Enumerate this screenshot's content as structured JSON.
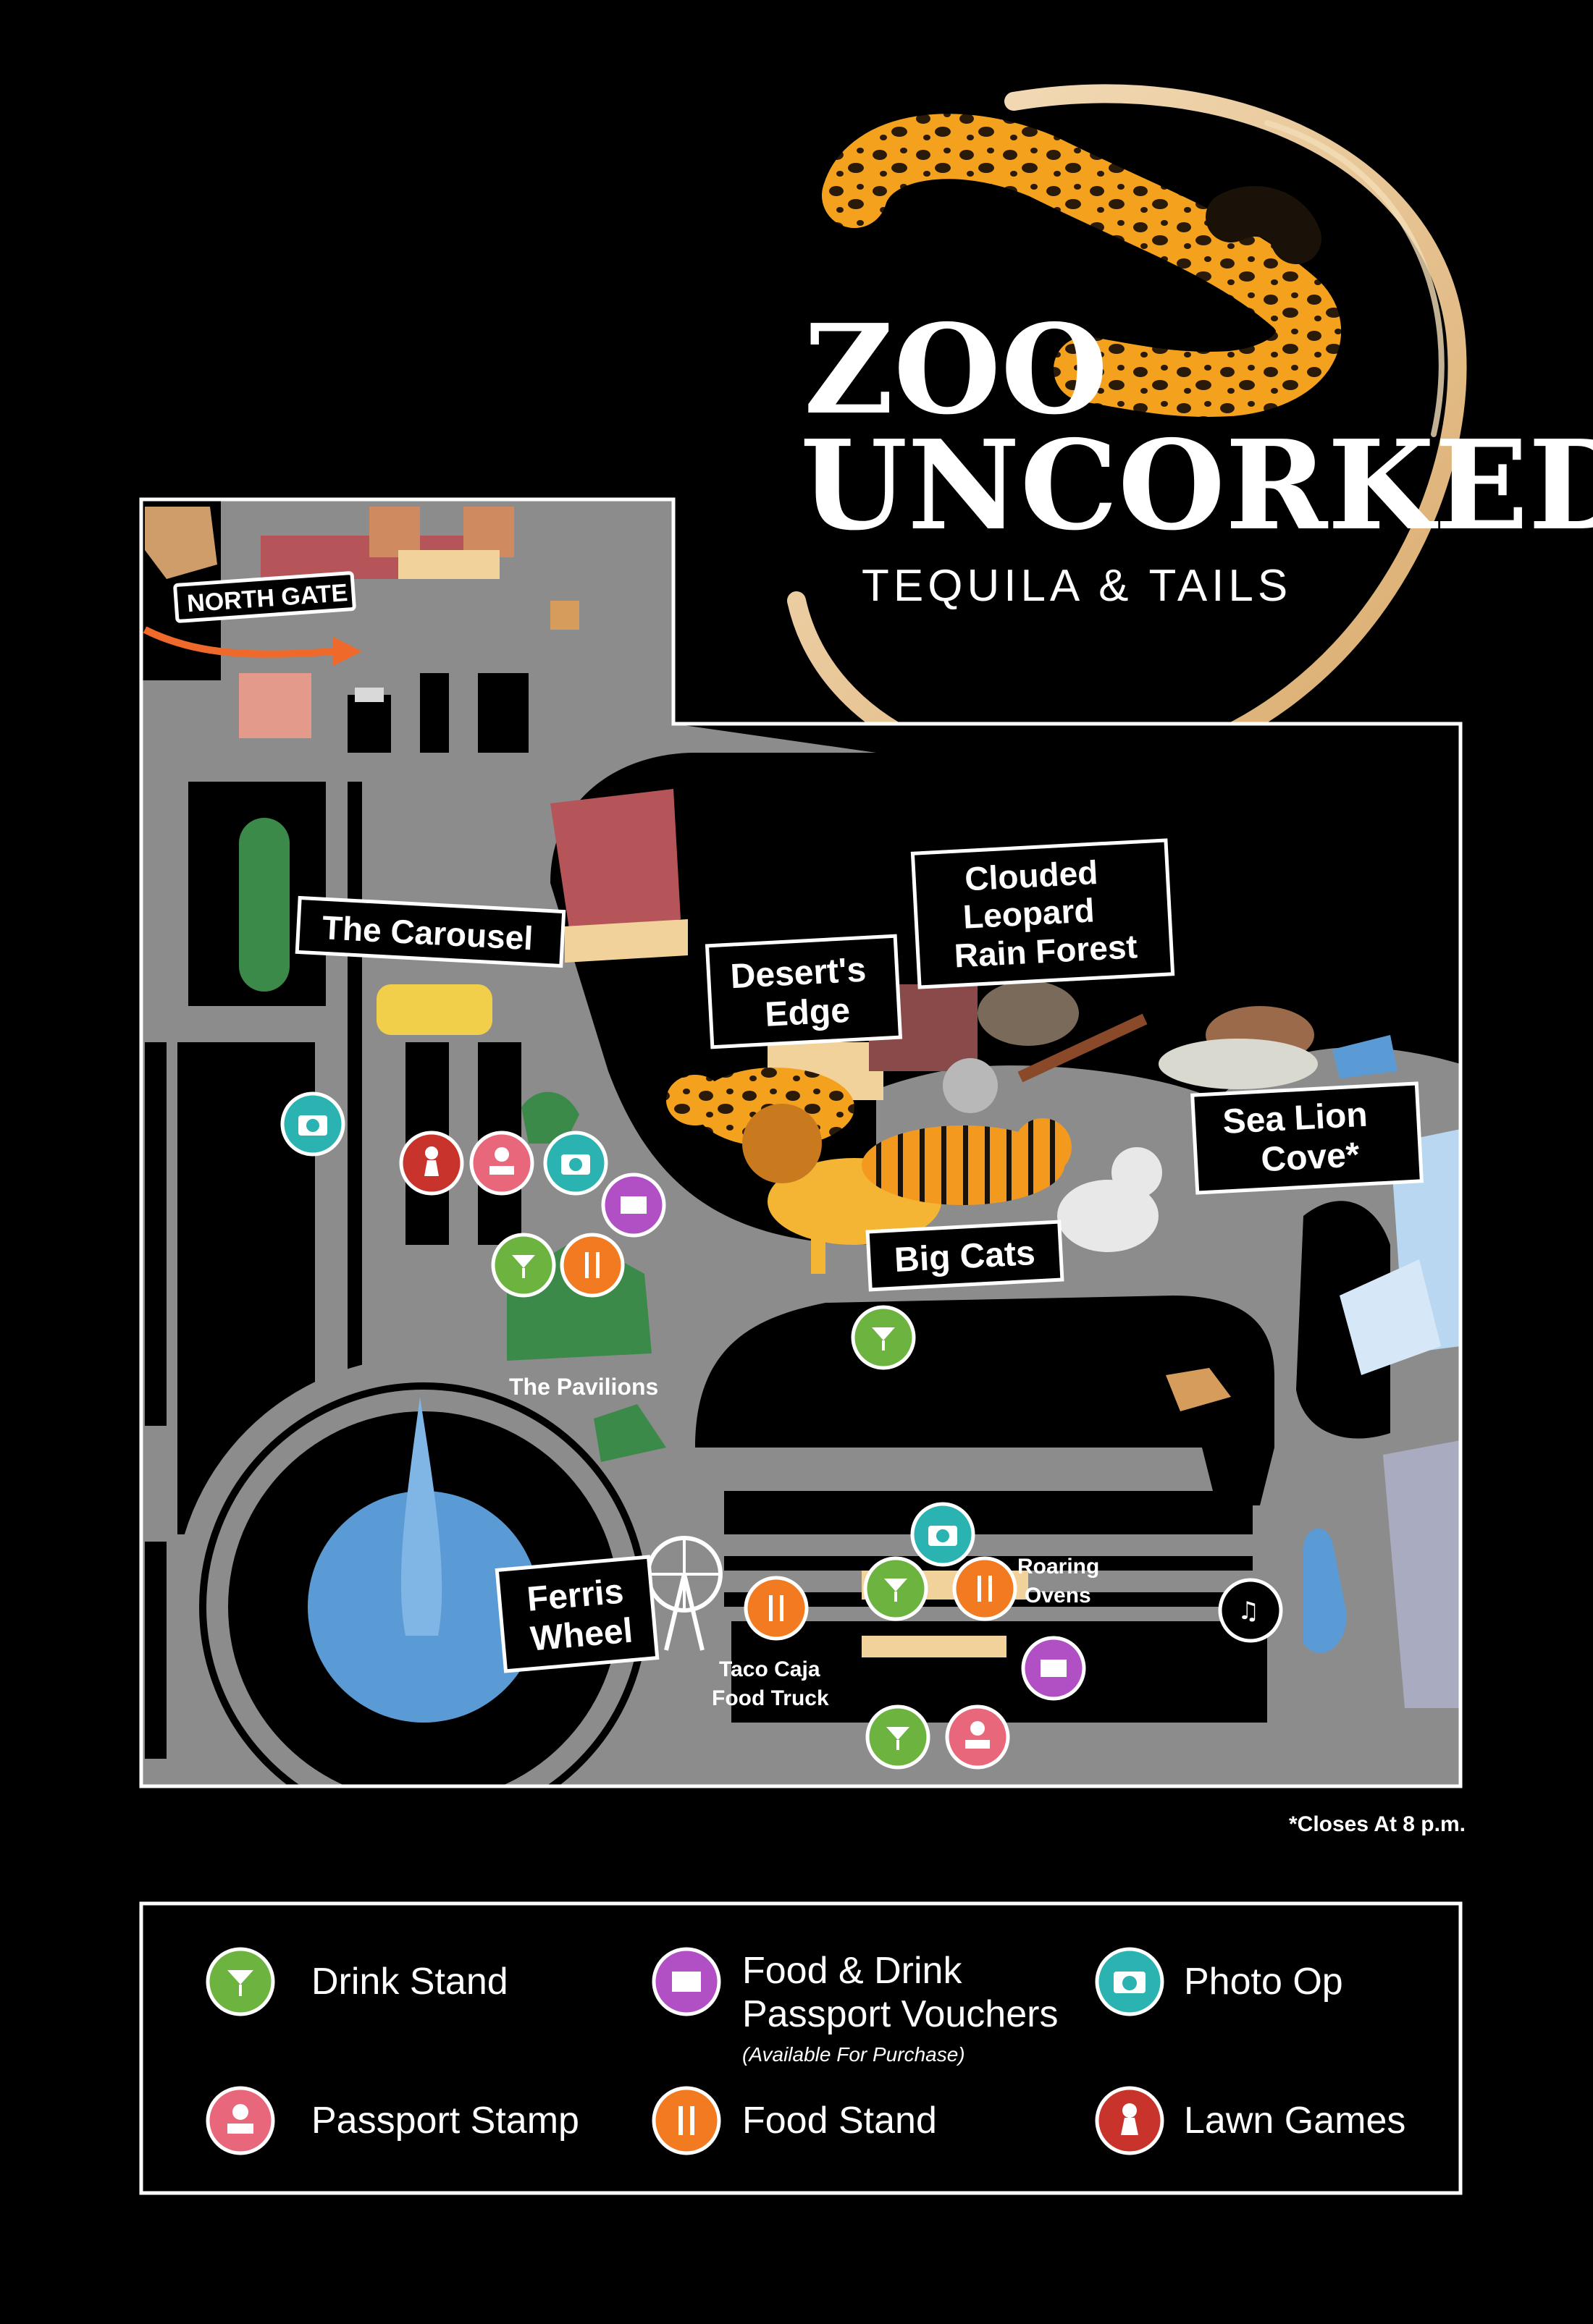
{
  "title": {
    "line1": "ZOO",
    "line2": "UNCORKED",
    "subtitle": "TEQUILA & TAILS"
  },
  "map": {
    "north_gate": "NORTH GATE",
    "areas": {
      "carousel": "The Carousel",
      "desert_edge_1": "Desert's",
      "desert_edge_2": "Edge",
      "clouded_1": "Clouded",
      "clouded_2": "Leopard",
      "clouded_3": "Rain Forest",
      "sea_lion_1": "Sea Lion",
      "sea_lion_2": "Cove*",
      "big_cats": "Big Cats",
      "ferris_1": "Ferris",
      "ferris_2": "Wheel"
    },
    "small_labels": {
      "pavilions": "The Pavilions",
      "roaring_1": "Roaring",
      "roaring_2": "Ovens",
      "taco_1": "Taco Caja",
      "taco_2": "Food Truck"
    },
    "footnote": "*Closes At 8 p.m."
  },
  "legend": {
    "drink_stand": "Drink Stand",
    "vouchers_1": "Food & Drink",
    "vouchers_2": "Passport Vouchers",
    "vouchers_note": "(Available For Purchase)",
    "photo_op": "Photo Op",
    "passport_stamp": "Passport Stamp",
    "food_stand": "Food Stand",
    "lawn_games": "Lawn Games"
  },
  "icons": {
    "drink_stand": {
      "name": "cocktail-icon",
      "color": "#6cb33f"
    },
    "vouchers": {
      "name": "ticket-icon",
      "color": "#b14fc5"
    },
    "photo_op": {
      "name": "camera-icon",
      "color": "#2bb3b1"
    },
    "passport_stamp": {
      "name": "stamp-icon",
      "color": "#e8677a"
    },
    "food_stand": {
      "name": "fork-knife-icon",
      "color": "#f27a21"
    },
    "lawn_games": {
      "name": "pawn-icon",
      "color": "#c8332b"
    },
    "music": {
      "name": "music-note-icon",
      "color": "#000000"
    }
  },
  "colors": {
    "road": "#8c8c8c",
    "water": "#5b9bd5",
    "leopard": "#f4a21d",
    "accent_arrow": "#ef6a2a"
  }
}
